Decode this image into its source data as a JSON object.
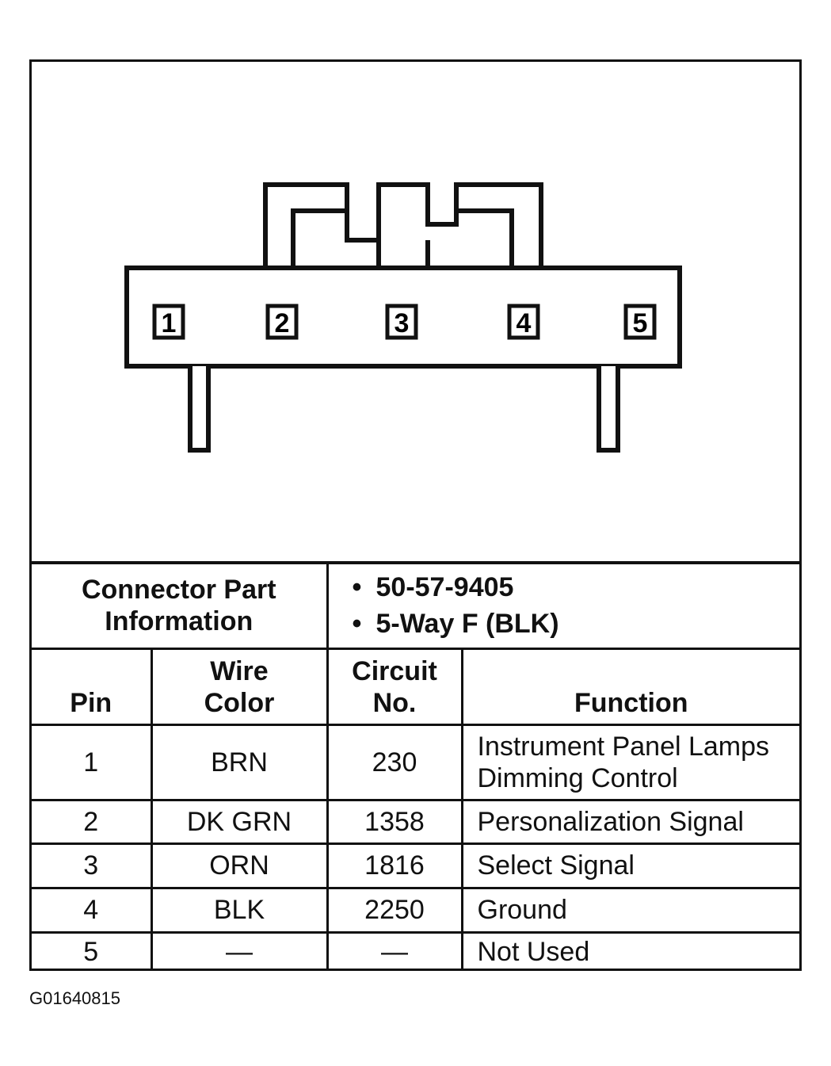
{
  "diagram": {
    "pins": [
      "1",
      "2",
      "3",
      "4",
      "5"
    ]
  },
  "connector_info": {
    "label_line1": "Connector Part",
    "label_line2": "Information",
    "part_number": "50-57-9405",
    "description": "5-Way F (BLK)"
  },
  "table": {
    "headers": {
      "pin": "Pin",
      "wire_color_line1": "Wire",
      "wire_color_line2": "Color",
      "circuit_line1": "Circuit",
      "circuit_line2": "No.",
      "function": "Function"
    },
    "rows": [
      {
        "pin": "1",
        "wire_color": "BRN",
        "circuit": "230",
        "function_line1": "Instrument Panel Lamps",
        "function_line2": "Dimming Control"
      },
      {
        "pin": "2",
        "wire_color": "DK GRN",
        "circuit": "1358",
        "function_line1": "Personalization Signal",
        "function_line2": ""
      },
      {
        "pin": "3",
        "wire_color": "ORN",
        "circuit": "1816",
        "function_line1": "Select Signal",
        "function_line2": ""
      },
      {
        "pin": "4",
        "wire_color": "BLK",
        "circuit": "2250",
        "function_line1": "Ground",
        "function_line2": ""
      },
      {
        "pin": "5",
        "wire_color": "—",
        "circuit": "—",
        "function_line1": "Not Used",
        "function_line2": ""
      }
    ]
  },
  "figure_id": "G01640815"
}
